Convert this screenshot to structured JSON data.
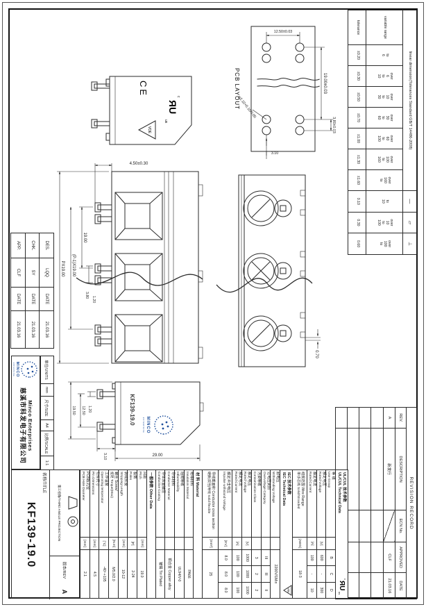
{
  "page": {
    "background": "#ffffff",
    "line_color": "#2a2a2a",
    "accent_blue": "#1e4f9c"
  },
  "tolerance_table": {
    "header": "linear dimension(Tolerances Standard GB/T 14486-2008)",
    "range_label": "variable range",
    "tolerance_label": "tolerance",
    "symbol_cols": [
      "—",
      "▱",
      "⊥"
    ],
    "columns": [
      {
        "range": [
          "to",
          "6"
        ],
        "tol": "±0.20"
      },
      {
        "range": [
          "over",
          "6",
          "to",
          "10"
        ],
        "tol": "±0.30"
      },
      {
        "range": [
          "over",
          "10",
          "to",
          "30"
        ],
        "tol": "±0.50"
      },
      {
        "range": [
          "over",
          "30",
          "to",
          "60"
        ],
        "tol": "±0.70"
      },
      {
        "range": [
          "over",
          "60",
          "to",
          "100"
        ],
        "tol": "±1.00"
      },
      {
        "range": [
          "over",
          "100",
          "to",
          "160"
        ],
        "tol": "±1.30"
      },
      {
        "range": [
          "over",
          "160",
          "to",
          ""
        ],
        "tol": "±1.60"
      },
      {
        "range": [
          "to",
          "10"
        ],
        "tol": "0.10"
      },
      {
        "range": [
          "over",
          "10",
          "to",
          "100"
        ],
        "tol": "0.30"
      },
      {
        "range": [
          "over",
          "100",
          "to",
          ""
        ],
        "tol": "0.60"
      }
    ]
  },
  "revision_record": {
    "title": "REVISION RECORD",
    "columns": [
      "REV.",
      "DESCRIPTION",
      "ECN No.",
      "APPROVED",
      "DATE"
    ],
    "rows": [
      [
        "A",
        "新发行",
        "",
        "CLF",
        "21.03.16"
      ]
    ],
    "empty_row_count": 4
  },
  "tech_table": {
    "rows": [
      {
        "t": "header",
        "l1": "UL/CUL 技术参数",
        "l2": "UL/CUL Technical Data",
        "logo": "ul"
      },
      {
        "t": "row",
        "l1": "等 级",
        "l2": "Use Group",
        "u": "",
        "v": [
          "B",
          "C",
          "D"
        ]
      },
      {
        "t": "row",
        "l1": "额定电压",
        "l2": "Rated Voltage",
        "u": "[V]",
        "v": [
          "600",
          "-",
          "300"
        ]
      },
      {
        "t": "row",
        "l1": "额定电流",
        "l2": "Rated Current",
        "u": "[A]",
        "v": [
          "100",
          "-",
          "10"
        ]
      },
      {
        "t": "row",
        "l1": "线规范围 Wire Range",
        "l2": "单/多芯线 Solid/Stranded",
        "u": "[AWG]",
        "v": [
          "18-3"
        ],
        "h": 21
      },
      {
        "t": "header",
        "l1": "IEC 技术参数",
        "l2": "IEC Technical Data",
        "logo": "vde"
      },
      {
        "t": "row",
        "l1": "耐电压",
        "l2": "Withstanding Voltage",
        "u": "",
        "v": [
          "2200V/1Min"
        ]
      },
      {
        "t": "row",
        "l1": "过电压类别",
        "l2": "Overvoltage Category",
        "u": "",
        "v": [
          "III",
          "III",
          "II"
        ]
      },
      {
        "t": "row",
        "l1": "污染等级",
        "l2": "Contamination Class",
        "u": "",
        "v": [
          "3",
          "2",
          "2"
        ]
      },
      {
        "t": "row",
        "l1": "额定电压",
        "l2": "Rated Voltage",
        "u": "[V]",
        "v": [
          "1000",
          "1000",
          "1000"
        ]
      },
      {
        "t": "row",
        "l1": "额定电流",
        "l2": "Rated Current",
        "u": "[A]",
        "v": [
          "100",
          "100",
          "100"
        ]
      },
      {
        "t": "row",
        "l1": "额定冲击电压",
        "l2": "Impulse withstand Voltage",
        "u": "[KV]",
        "v": [
          "8.0",
          "8.0",
          "8.0"
        ],
        "h": 20
      },
      {
        "t": "row",
        "l1": "导线截面积 Conductor cross section",
        "l2": "硬质(软性)导线 Solid flexible",
        "u": "[mm²]",
        "v": [
          "25"
        ],
        "h": 23
      },
      {
        "t": "sec",
        "l1": "材 料",
        "l2": "Material"
      },
      {
        "t": "row",
        "l1": "绝缘材料",
        "l2": "Insulation Material",
        "u": "",
        "v": [
          "PA66"
        ]
      },
      {
        "t": "row",
        "l1": "阻燃等级",
        "l2": "Inflammability",
        "u": "",
        "v": [
          "UL94/V-0"
        ]
      },
      {
        "t": "row",
        "l1": "导体材料",
        "l2": "Conductor Material",
        "u": "",
        "v": [
          "铜合金 Copper alloy"
        ]
      },
      {
        "t": "row",
        "l1": "导体表面镀层",
        "l2": "Conductive Coating",
        "u": "",
        "v": [
          "镀锡 Tin Plated"
        ]
      },
      {
        "t": "sec",
        "l1": "一般参数",
        "l2": "Other Data"
      },
      {
        "t": "row",
        "l1": "间距",
        "l2": "Pitch",
        "u": "[mm]",
        "v": [
          "19.0"
        ]
      },
      {
        "t": "row",
        "l1": "极数",
        "l2": "Poles",
        "u": "[P]",
        "v": [
          "2-24"
        ]
      },
      {
        "t": "row",
        "l1": "剥线长度",
        "l2": "Stripping Length",
        "u": "[mm]",
        "v": [
          "10-12"
        ]
      },
      {
        "t": "row",
        "l1": "螺丝 Screw/",
        "l2": "扭矩 Torque(Max)",
        "u": "[N.m]",
        "v": [
          "M5.0/2.0"
        ]
      },
      {
        "t": "row",
        "l1": "工作温度",
        "l2": "Operating temperatur",
        "u": "[°C]",
        "v": [
          "-40~+105"
        ]
      },
      {
        "t": "row",
        "l1": "引件尺寸",
        "l2": "Pin Dimensions",
        "u": "[mm]",
        "v": [
          "4.5"
        ]
      },
      {
        "t": "row",
        "l1": "PCB板孔径",
        "l2": "PCB Hole Diameter",
        "u": "[mm]",
        "v": [
          "2.1"
        ]
      }
    ]
  },
  "title_block": {
    "approvals": [
      [
        "DES.",
        "LQQ",
        "DATE",
        "21.03.16"
      ],
      [
        "CHK.",
        "SY",
        "DATE",
        "21.03.16"
      ],
      [
        "APP.",
        "CLF",
        "DATE",
        "21.03.16"
      ]
    ],
    "units_row": [
      "单位/UNITS",
      "mm",
      "尺寸/SIZE",
      "A4",
      "比例/SCALE",
      "1:1"
    ],
    "company_en": "Minco Enterprises",
    "company_cn": "慈溪市科发电子有限公司",
    "logo_text": "MINCO",
    "logo_sub": "ENTERPRISE",
    "projection_label": "第三视角/THIRD ANGLE PROJECTION",
    "rev_label": "版本/REV",
    "rev_value": "A",
    "title_label": "名称/TITLE",
    "part_number": "KF139-19.0"
  },
  "drawings": {
    "pcb": {
      "caption": "PCB LAYOUT",
      "dim_pitch": "19.00±0.03",
      "dim_offset": "3.80±0.03",
      "dim_row": "12.50±0.03",
      "dim_hole": "φ2.10+0.10/0.00",
      "dim_edge": "3.10"
    },
    "front": {
      "dim_screw": "4.50±0.30",
      "dim_pitch": "19.00",
      "dim_span1": "(P-1)X19.00",
      "dim_span2": "PX19.00",
      "dim_gap": "3.80",
      "dim_pinw": "1.20"
    },
    "top": {
      "dim_step": "0.70"
    },
    "side_marks": {
      "ce": "CE",
      "ul_c": "c",
      "ul": "ЯU",
      "ul_us": "us",
      "vde": "VDE"
    },
    "profile": {
      "marking": "KF139-19.0",
      "dim_pinw": "1.20",
      "dim_span": "12.50",
      "dim_outer": "19.50",
      "dim_len": "3.10",
      "dim_height": "29.00"
    }
  }
}
